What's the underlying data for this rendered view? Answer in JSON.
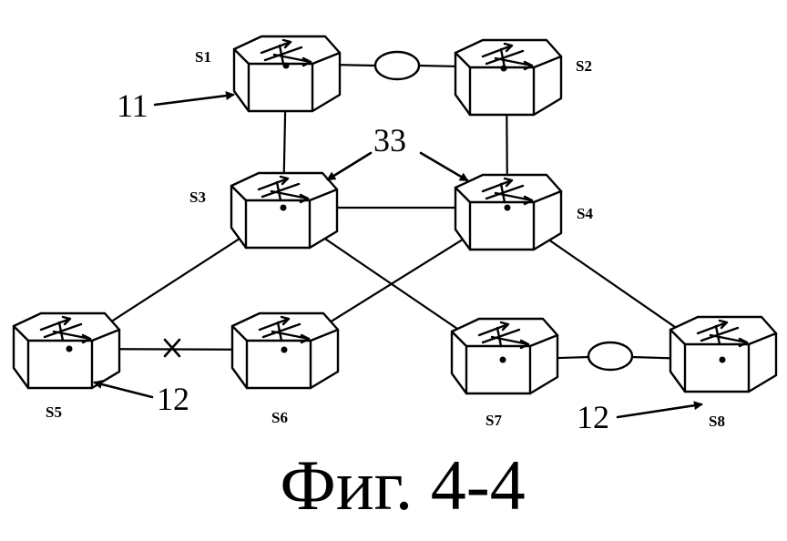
{
  "switches": [
    {
      "id": "s1",
      "label": "S1"
    },
    {
      "id": "s2",
      "label": "S2"
    },
    {
      "id": "s3",
      "label": "S3"
    },
    {
      "id": "s4",
      "label": "S4"
    },
    {
      "id": "s5",
      "label": "S5"
    },
    {
      "id": "s6",
      "label": "S6"
    },
    {
      "id": "s7",
      "label": "S7"
    },
    {
      "id": "s8",
      "label": "S8"
    }
  ],
  "references": {
    "ring_1": "11",
    "node_link": "33",
    "ring_2_left": "12",
    "ring_2_right": "12"
  },
  "caption": "Фиг. 4-4",
  "colors": {
    "ink": "#000000",
    "background": "#ffffff"
  }
}
